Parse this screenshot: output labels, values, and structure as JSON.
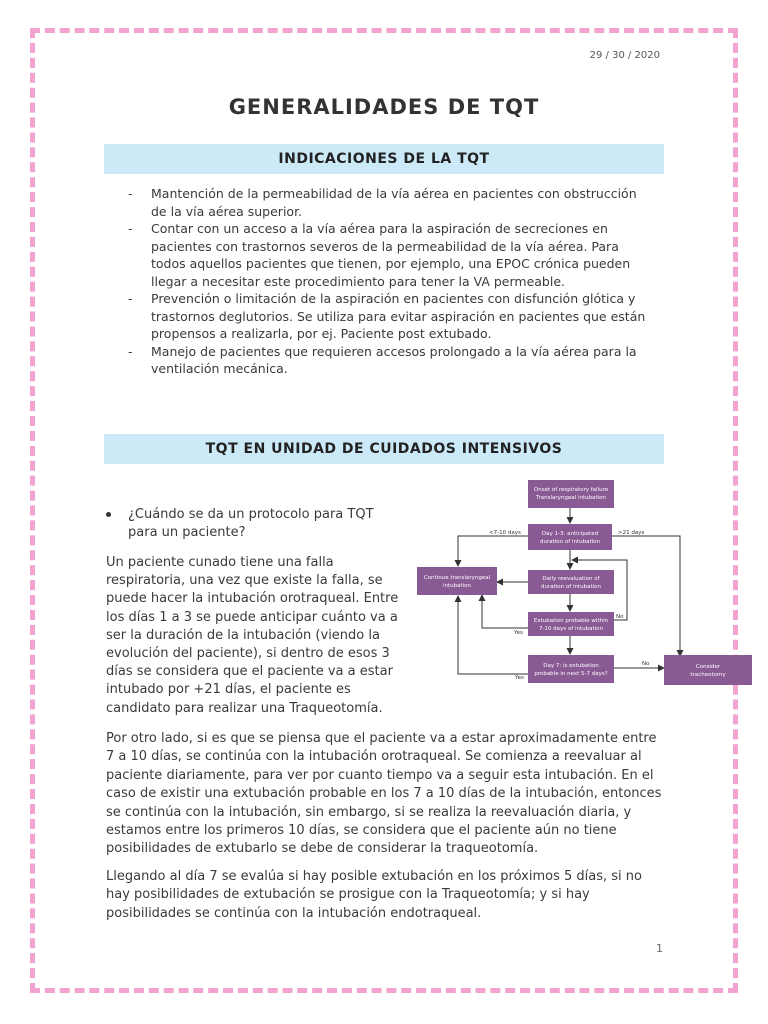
{
  "date": "29 / 30 / 2020",
  "title": "GENERALIDADES DE TQT",
  "section1": {
    "heading": "INDICACIONES DE LA TQT",
    "items": [
      "Mantención de la permeabilidad de la vía aérea en pacientes con obstrucción de la vía aérea superior.",
      "Contar con un acceso a la vía aérea para la aspiración de secreciones en pacientes con trastornos severos de la permeabilidad de la vía aérea. Para todos aquellos pacientes que tienen, por ejemplo, una EPOC crónica pueden llegar a necesitar este procedimiento para tener la VA permeable.",
      "Prevención o limitación de la aspiración en pacientes con disfunción glótica y trastornos deglutorios. Se utiliza para evitar aspiración en pacientes que están propensos a realizarla, por ej. Paciente post extubado.",
      "Manejo de pacientes que requieren accesos prolongado a la vía aérea para la ventilación mecánica."
    ]
  },
  "section2": {
    "heading": "TQT EN UNIDAD DE CUIDADOS INTENSIVOS",
    "question": "¿Cuándo se da un protocolo para TQT para un paciente?",
    "paragraph1": "Un paciente cunado tiene una falla respiratoria, una vez que existe la falla, se puede hacer la intubación orotraqueal. Entre los días 1 a 3 se puede anticipar cuánto va a ser la duración de la intubación (viendo la evolución del paciente), si dentro de esos 3 días se considera que el paciente va a estar intubado por +21 días, el paciente es candidato para realizar una Traqueotomía.",
    "paragraph2": "Por otro lado, si es que se piensa que el paciente va a estar aproximadamente entre 7 a 10 días, se continúa con la intubación orotraqueal. Se comienza a reevaluar al paciente diariamente, para ver por cuanto tiempo va a seguir esta intubación. En el caso de existir una extubación probable en los 7 a 10 días de la intubación, entonces se continúa con la intubación, sin embargo, si se realiza la reevaluación diaria, y estamos entre los primeros 10 días, se considera que el paciente aún no tiene posibilidades de extubarlo se debe de considerar la traqueotomía.",
    "paragraph3": "Llegando al día 7 se evalúa si hay posible extubación en los próximos 5 días, si no hay posibilidades de extubación se prosigue con la Traqueotomía; y si hay posibilidades se continúa con la intubación endotraqueal."
  },
  "flowchart": {
    "box_color": "#8a5a94",
    "onset_l1": "Onset of respiratory failure",
    "onset_l2": "Translaryngeal intubation",
    "day13_l1": "Day 1-3: anticipated",
    "day13_l2": "duration of intubation",
    "continue_l1": "Continue translaryngeal",
    "continue_l2": "intubation",
    "daily_l1": "Daily reevaluation of",
    "daily_l2": "duration of intubation",
    "extub_l1": "Extubation probable within",
    "extub_l2": "7-10 days of intubation",
    "day7_l1": "Day 7: is extubation",
    "day7_l2": "probable in next 5-7 days?",
    "consider_l1": "Consider",
    "consider_l2": "tracheotomy",
    "lbl_7_10": "<7-10 days",
    "lbl_21": ">21 days",
    "lbl_no1": "No",
    "lbl_yes1": "Yes",
    "lbl_no2": "No",
    "lbl_yes2": "Yes"
  },
  "page_number": "1"
}
